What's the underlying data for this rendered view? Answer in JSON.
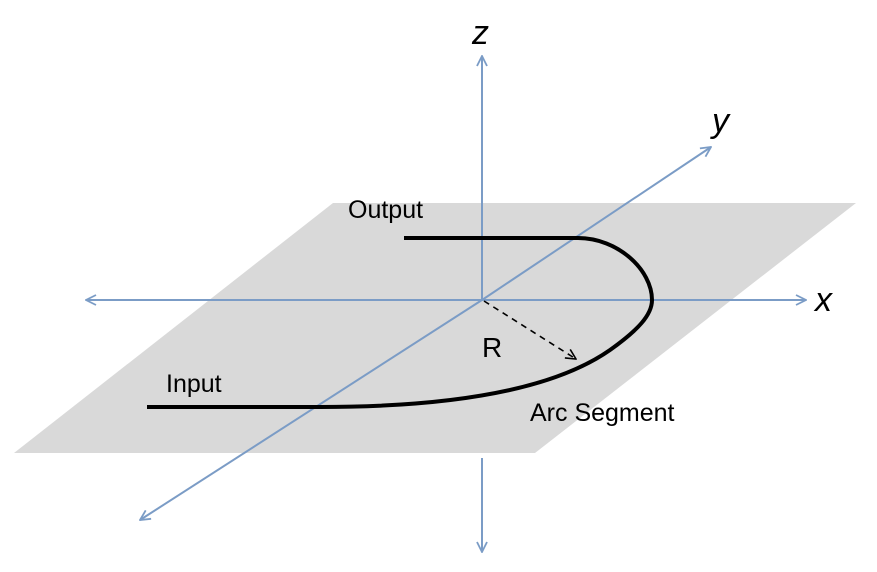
{
  "colors": {
    "plane_fill": "#d9d9d9",
    "axis": "#7b9cc6",
    "curve": "#000000",
    "text": "#000000"
  },
  "axes": {
    "x_label": "x",
    "y_label": "y",
    "z_label": "z"
  },
  "labels": {
    "output": "Output",
    "input": "Input",
    "radius": "R",
    "arc_segment": "Arc Segment"
  }
}
